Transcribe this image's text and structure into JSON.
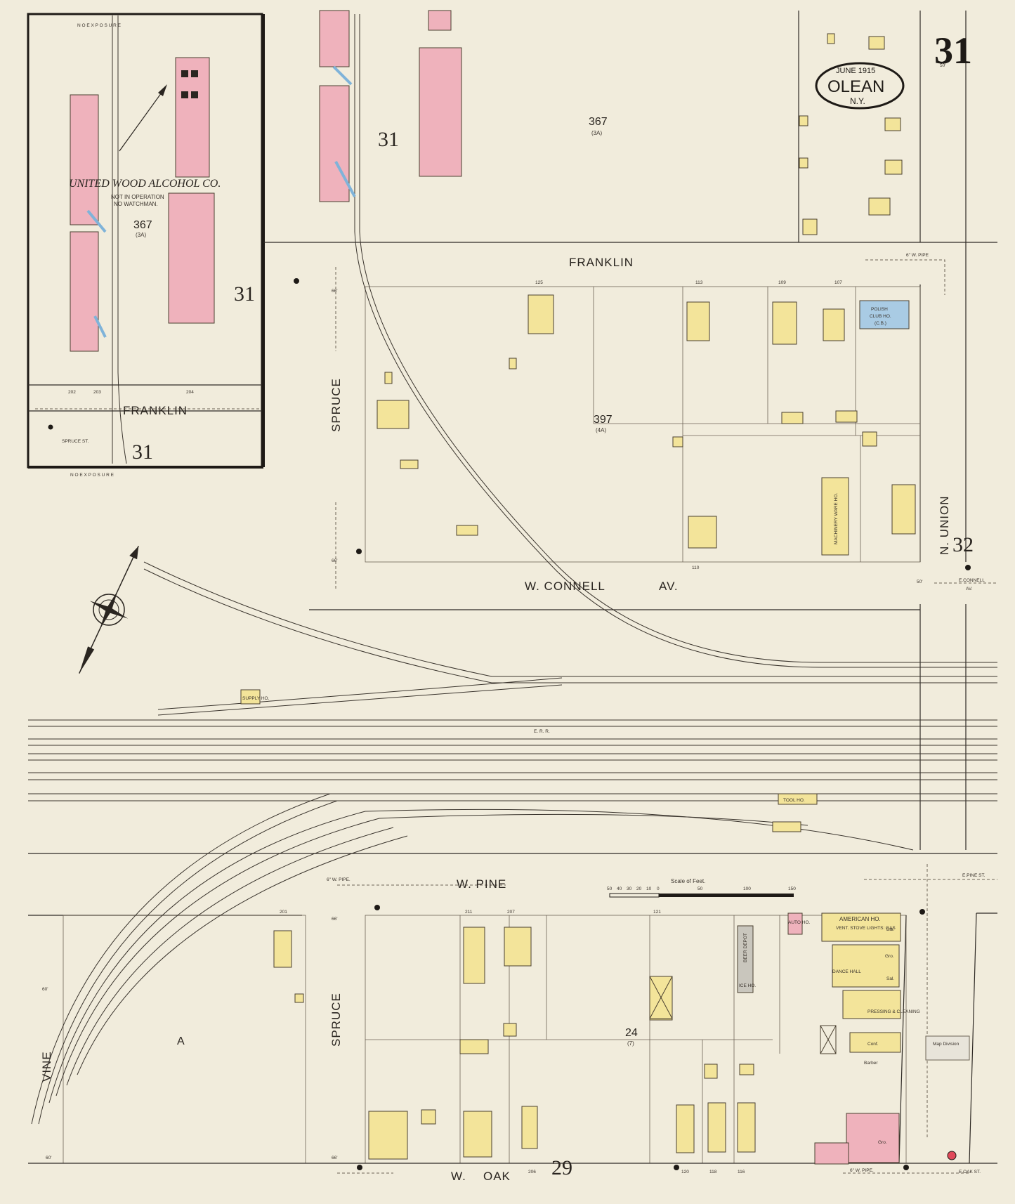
{
  "title_cartouche": {
    "date": "JUNE 1915",
    "city": "OLEAN",
    "state": "N.Y."
  },
  "sheet_number": "31",
  "adjacent_sheets": {
    "left": "31",
    "inset_right": "31",
    "inset_bottom": "31",
    "right": "32",
    "bottom": "29"
  },
  "streets": {
    "franklin_top": "FRANKLIN",
    "franklin_inset": "FRANKLIN",
    "spruce_upper": "SPRUCE",
    "spruce_lower": "SPRUCE",
    "w_connell": "W. CONNELL",
    "av": "AV.",
    "n_union": "N. UNION",
    "w_pine": "W. PINE",
    "vine": "VINE",
    "w_oak": "W.",
    "oak": "OAK",
    "spruce_st": "SPRUCE ST.",
    "e_connell": "E.CONNELL",
    "e_connell_av": "AV.",
    "e_pine": "E.PINE ST.",
    "e_oak": "E.OAK ST."
  },
  "inset": {
    "company": "UNITED WOOD ALCOHOL CO.",
    "note_1": "NOT IN OPERATION",
    "note_2": "NO WATCHMAN.",
    "block": "367",
    "block_sub": "(3A)",
    "exposure": "N O   E X P O S U R E"
  },
  "blocks": [
    {
      "num": "367",
      "sub": "(3A)"
    },
    {
      "num": "397",
      "sub": "(4A)"
    },
    {
      "num": "24",
      "sub": "(7)"
    }
  ],
  "block_letter": "A",
  "railroad": "E.  R.  R.",
  "labels": {
    "polish_club": "POLISH",
    "polish_club_2": "CLUB HO.",
    "polish_club_3": "(C.B.)",
    "machinery": "MACHINERY WARE HO.",
    "supply": "SUPPLY HO.",
    "tool": "TOOL HO.",
    "american": "AMERICAN HO.",
    "american_sub": "VENT. STOVE LIGHTS: GAS",
    "dance_hall": "DANCE HALL",
    "beer_depot": "BEER DEPOT",
    "ice_ho": "ICE HO.",
    "pressing": "PRESSING & CLEANING",
    "gro": "Gro.",
    "sal": "Sal.",
    "conf": "Conf.",
    "barber": "Barber",
    "bar": "Bar.",
    "auto": "AUTO HO.",
    "map_division": "Map Division"
  },
  "scale": {
    "label": "Scale of Feet.",
    "ticks": [
      "50",
      "40",
      "30",
      "20",
      "10",
      "0",
      "50",
      "100",
      "150"
    ]
  },
  "pipes": {
    "w_pine": "6\" W. PIPE.",
    "oak": "6\" W. PIPE.",
    "franklin": "6\" W. PIPE"
  },
  "widths": {
    "a": "66'",
    "b": "50'",
    "c": "60'"
  },
  "addresses": {
    "a125": "125",
    "a113": "113",
    "a109": "109",
    "a107": "107",
    "a110": "110",
    "a202": "202",
    "a203": "203",
    "a204": "204",
    "a211": "211",
    "a207": "207",
    "a201": "201",
    "a121": "121",
    "a206": "206",
    "a120": "120",
    "a116": "116",
    "a118": "118"
  },
  "colors": {
    "paper": "#f1ecdc",
    "frame": "#efb2bc",
    "dwelling": "#f3e49a",
    "stone": "#a9cbe4"
  }
}
